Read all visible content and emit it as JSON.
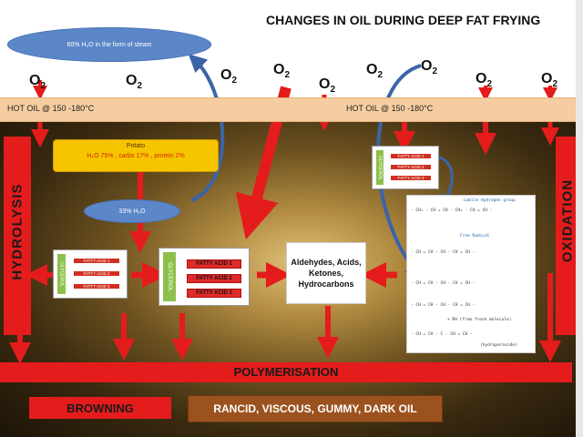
{
  "title": "CHANGES IN OIL DURING DEEP FAT FRYING",
  "steam_cloud": "60% H₂O in the form of steam",
  "water_cloud": "33% H₂O",
  "oxygen_label": "O",
  "oxygen_subscript": "2",
  "hot_oil_left": "HOT OIL @ 150 -180°C",
  "hot_oil_right": "HOT OIL @ 150 -180°C",
  "hydrolysis": "HYDROLYSIS",
  "oxidation": "OXIDATION",
  "potato": {
    "title": "Potato",
    "composition": "H₂O 75% , carbs 17% , protein 2%"
  },
  "triglyceride_small": {
    "glycerol": "GLYCEROL",
    "acids": [
      "FATTY ACID 1",
      "FATTY ACID 2",
      "FATTY ACID 3"
    ]
  },
  "triglyceride_mid": {
    "glycerol": "GLYCEROL",
    "acids": [
      "FATTY ACID 1",
      "FATTY ACID 2",
      "FATTY ACID 3"
    ]
  },
  "triglyceride_right": {
    "glycerol": "GLYCEROL",
    "acids": [
      "FATTY ACID 1",
      "FATTY ACID 2",
      "FATTY ACID 3"
    ]
  },
  "products": "Aldehydes, Acids, Ketones, Hydrocarbons",
  "chemistry": {
    "label_labile": "Labile Hydrogen group",
    "line1": "- CH₂ - CH = CH - CH₂ - CH = CH -",
    "label_free_radical": "Free Radical",
    "line2": "- CH = CH - CH - CH = CH -",
    "line3": "- CH = CH - CH - CH = CH -",
    "line4": "- CH = CH - CH - CH = CH -",
    "label_chain": "+ RH (from fresh molecule)",
    "line5": "- CH = CH - C - CH = CH -",
    "label_hydroperoxide": "(hydroperoxide)"
  },
  "polymerisation": "POLYMERISATION",
  "browning": "BROWNING",
  "rancid": "RANCID, VISCOUS, GUMMY, DARK OIL",
  "colors": {
    "red": "#e41c1c",
    "hot_oil_band": "#f6cda0",
    "cloud_blue": "#5b86c8",
    "potato_yellow": "#f7c400",
    "rancid_brown": "#9c521e",
    "glycerol_green": "#8dc04a"
  }
}
